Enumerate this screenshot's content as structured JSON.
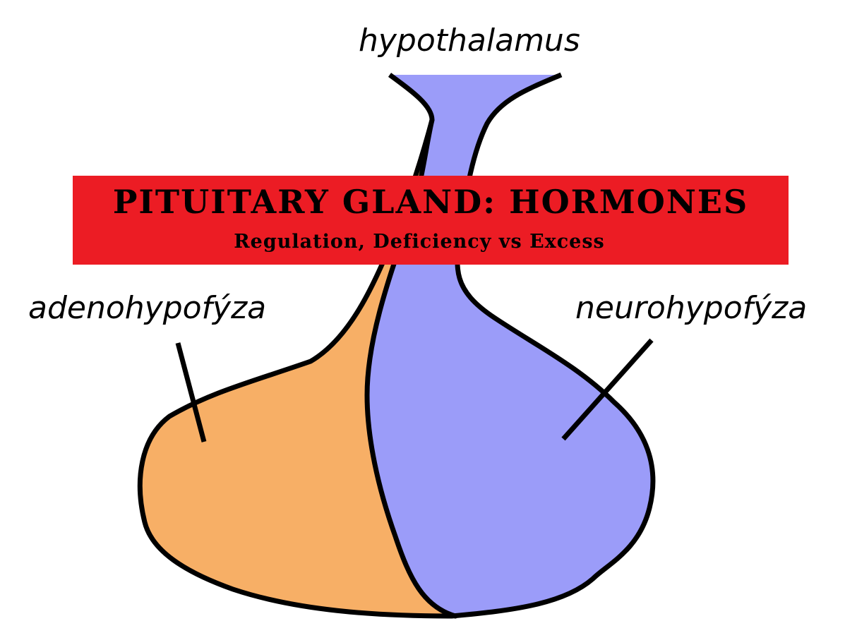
{
  "labels": {
    "hypothalamus": "hypothalamus",
    "adenohypophysis": "adenohypofýza",
    "neurohypophysis": "neurohypofýza"
  },
  "banner": {
    "title": "PITUITARY GLAND: HORMONES",
    "subtitle": "Regulation, Deficiency vs Excess"
  },
  "colors": {
    "adenohypophysis_fill": "#F7AF66",
    "neurohypophysis_fill": "#9B9CF9",
    "outline": "#000000",
    "banner_fill": "#EC1C24",
    "background": "#FFFFFF"
  }
}
